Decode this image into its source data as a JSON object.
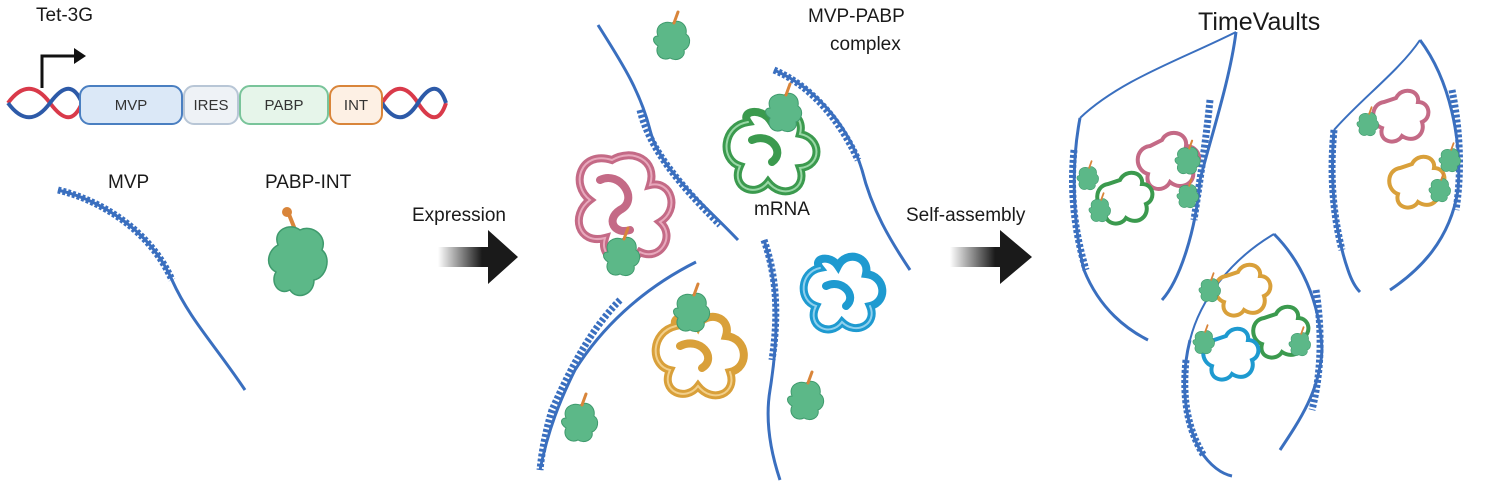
{
  "promoter": {
    "label": "Tet-3G"
  },
  "construct": {
    "segments": [
      {
        "label": "MVP",
        "fill": "#dbe8f7",
        "stroke": "#4a7fc1"
      },
      {
        "label": "IRES",
        "fill": "#eef2f6",
        "stroke": "#b8c6d6"
      },
      {
        "label": "PABP",
        "fill": "#e6f5ea",
        "stroke": "#79c49a"
      },
      {
        "label": "INT",
        "fill": "#fdf0e4",
        "stroke": "#d9853a"
      }
    ]
  },
  "components": {
    "mvp_label": "MVP",
    "pabp_int_label": "PABP-INT"
  },
  "steps": {
    "expression_label": "Expression",
    "self_assembly_label": "Self-assembly"
  },
  "middle": {
    "complex_label_line1": "MVP-PABP",
    "complex_label_line2": "complex",
    "mrna_label": "mRNA"
  },
  "right": {
    "title": "TimeVaults"
  },
  "colors": {
    "mvp_blue": "#3a6fbf",
    "pabp_green": "#5cb888",
    "int_orange": "#d9853a",
    "dna_red": "#d93a4a",
    "dna_blue": "#2d5aa8",
    "mrna_pink": "#c46a86",
    "mrna_green": "#3b9a4e",
    "mrna_blue": "#1e9ad0",
    "mrna_orange": "#d9a03a",
    "arrow": "#1a1a1a"
  }
}
